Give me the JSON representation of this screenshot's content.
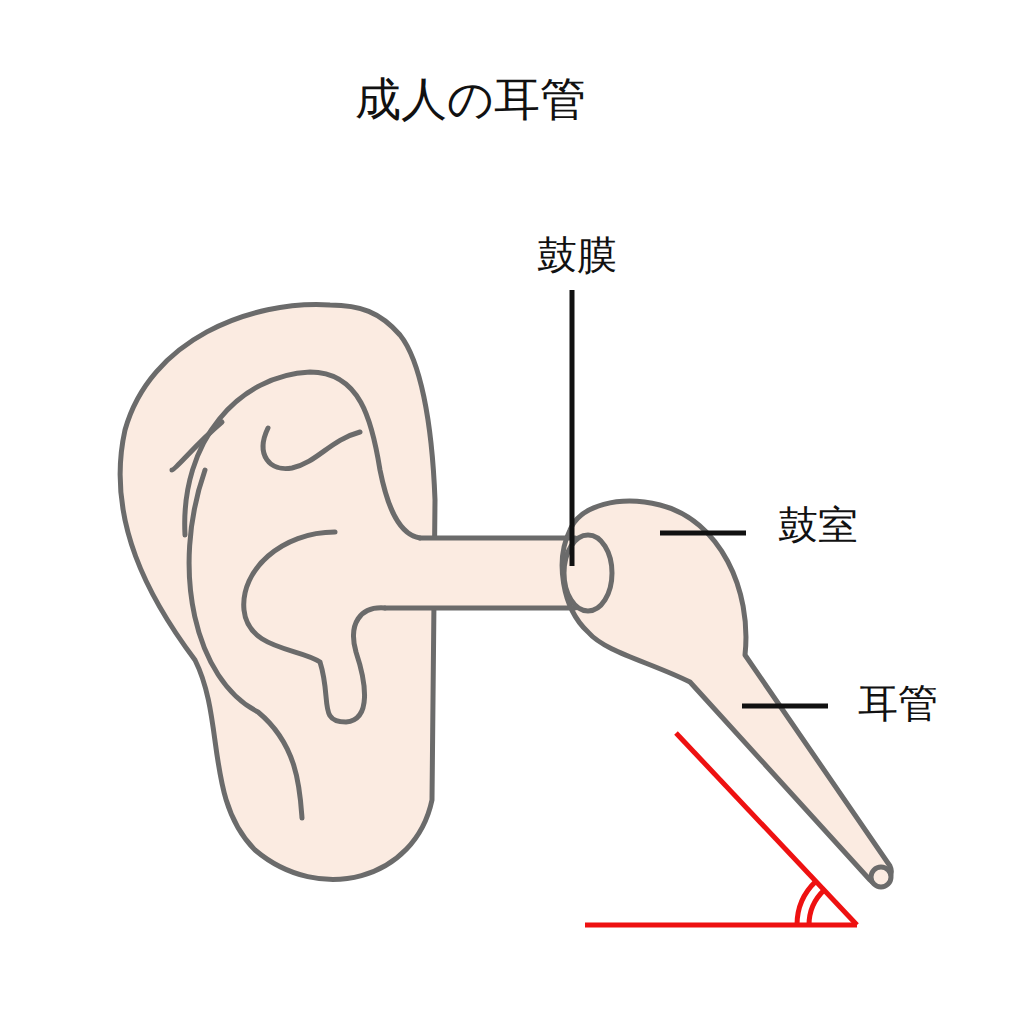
{
  "diagram": {
    "title": "成人の耳管",
    "labels": [
      "鼓膜",
      "鼓室",
      "耳管"
    ]
  }
}
